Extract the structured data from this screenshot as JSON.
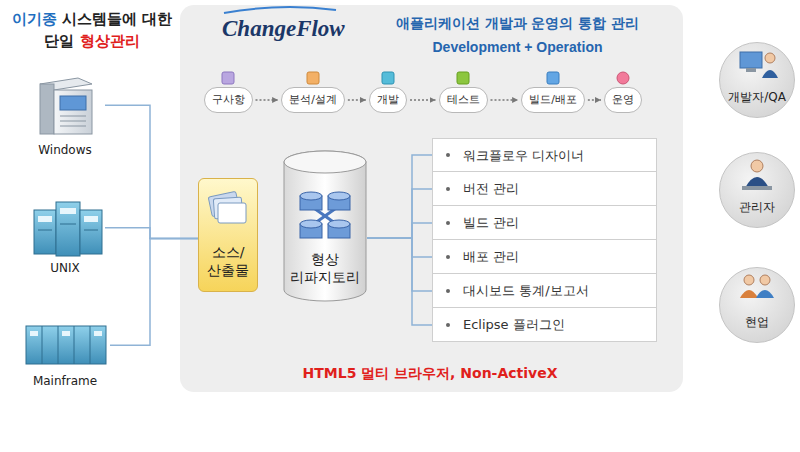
{
  "diagram": {
    "title": "이기종 시스템들에 대한 단일 형상관리",
    "nodes": [
      {
        "text": [
          "Windows"
        ]
      },
      {
        "text": [
          "UNIX"
        ]
      },
      {
        "text": [
          "Mainframe"
        ]
      },
      {
        "text": [
          "ChangeFlow",
          "애플리케이션 개발과 운영의 통합 관리",
          "Development + Operation",
          "HTML5 멀티 브라우저, Non-ActiveX"
        ]
      },
      {
        "text": [
          "구사항"
        ],
        "in": 3
      },
      {
        "text": [
          "분석/설계"
        ],
        "in": 3
      },
      {
        "text": [
          "개발"
        ],
        "in": 3
      },
      {
        "text": [
          "테스트"
        ],
        "in": 3
      },
      {
        "text": [
          "빌드/배포"
        ],
        "in": 3
      },
      {
        "text": [
          "운영"
        ],
        "in": 3
      },
      {
        "text": [
          "소스/산출물"
        ],
        "in": 3
      },
      {
        "text": [
          "형상 리파지토리"
        ],
        "in": 3
      },
      {
        "text": [
          "워크플로우 디자이너"
        ],
        "in": 3
      },
      {
        "text": [
          "버전 관리"
        ],
        "in": 3
      },
      {
        "text": [
          "빌드 관리"
        ],
        "in": 3
      },
      {
        "text": [
          "배포 관리"
        ],
        "in": 3
      },
      {
        "text": [
          "대시보드 통계/보고서"
        ],
        "in": 3
      },
      {
        "text": [
          "Eclipse 플러그인"
        ],
        "in": 3
      },
      {
        "text": [
          "개발자/QA"
        ]
      },
      {
        "text": [
          "관리자"
        ]
      },
      {
        "text": [
          "현업"
        ]
      }
    ],
    "edges": [
      {
        "from": 0,
        "to": 10,
        "arrow": "none"
      },
      {
        "from": 1,
        "to": 10,
        "arrow": "none"
      },
      {
        "from": 2,
        "to": 10,
        "arrow": "none"
      },
      {
        "from": 4,
        "to": 5,
        "arrow": "to"
      },
      {
        "from": 5,
        "to": 6,
        "arrow": "to"
      },
      {
        "from": 6,
        "to": 7,
        "arrow": "to"
      },
      {
        "from": 7,
        "to": 8,
        "arrow": "to"
      },
      {
        "from": 8,
        "to": 9,
        "arrow": "to"
      },
      {
        "from": 11,
        "to": 12,
        "arrow": "none"
      },
      {
        "from": 11,
        "to": 13,
        "arrow": "none"
      },
      {
        "from": 11,
        "to": 14,
        "arrow": "none"
      },
      {
        "from": 11,
        "to": 15,
        "arrow": "none"
      },
      {
        "from": 11,
        "to": 16,
        "arrow": "none"
      },
      {
        "from": 11,
        "to": 17,
        "arrow": "none"
      }
    ]
  }
}
